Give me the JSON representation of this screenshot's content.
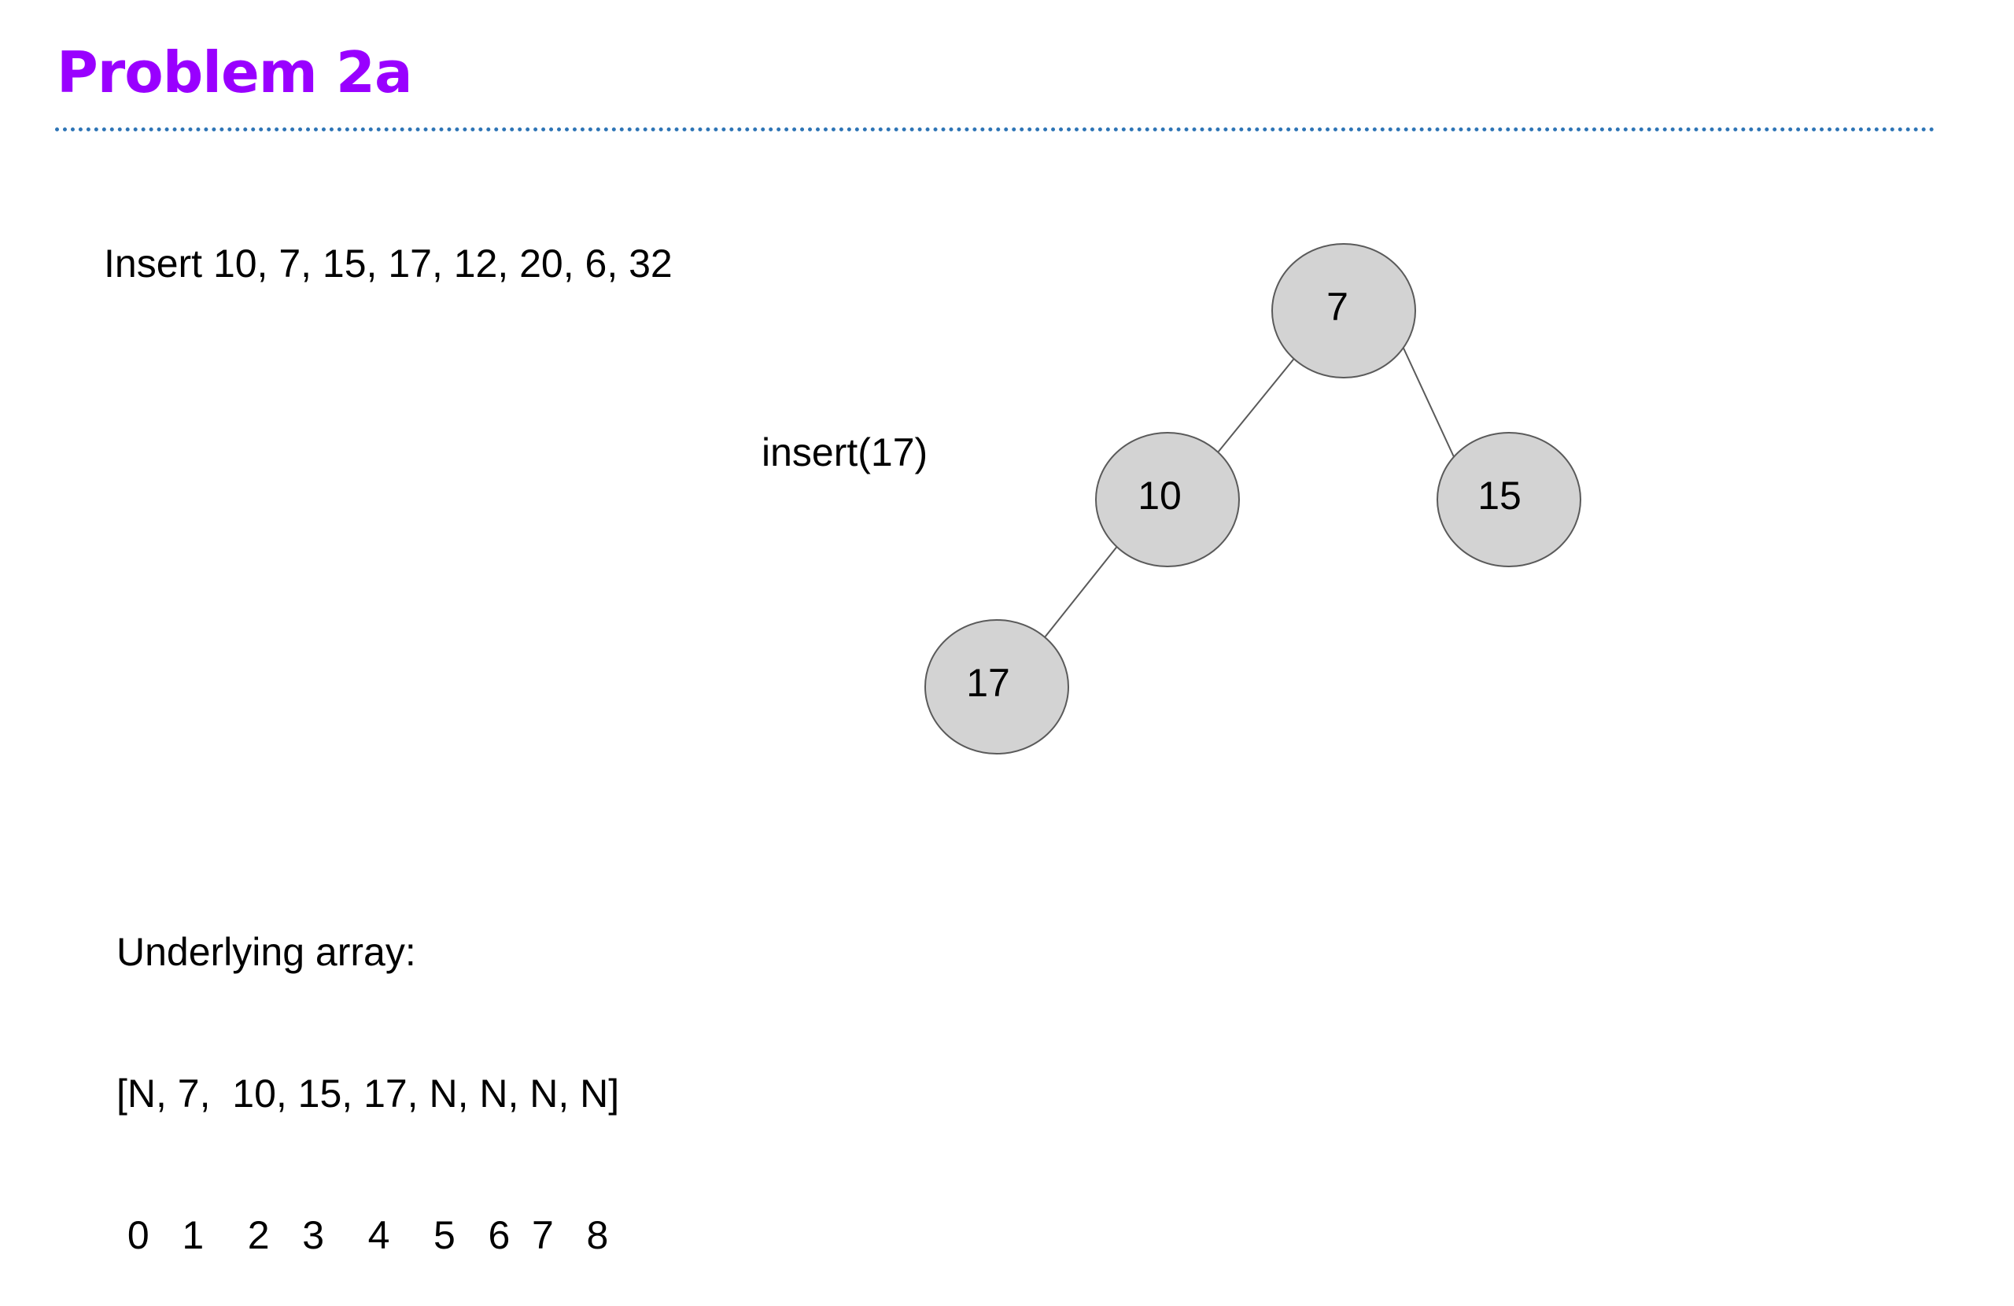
{
  "slide": {
    "title": "Problem 2a",
    "title_color": "#9900ff",
    "rule_color": "#2e75b6"
  },
  "instruction": "Insert 10, 7, 15, 17, 12, 20, 6, 32",
  "operation": "insert(17)",
  "tree": {
    "node_fill": "#d3d3d3",
    "nodes": [
      {
        "id": "n7",
        "label": "7"
      },
      {
        "id": "n10",
        "label": "10"
      },
      {
        "id": "n15",
        "label": "15"
      },
      {
        "id": "n17",
        "label": "17"
      }
    ],
    "edges": [
      {
        "from": "n7",
        "to": "n10"
      },
      {
        "from": "n7",
        "to": "n15"
      },
      {
        "from": "n10",
        "to": "n17"
      }
    ]
  },
  "array": {
    "heading": "Underlying array:",
    "values_line": "[N, 7,  10, 15, 17, N, N, N, N]",
    "indices_line": " 0   1    2   3    4    5   6  7   8"
  }
}
